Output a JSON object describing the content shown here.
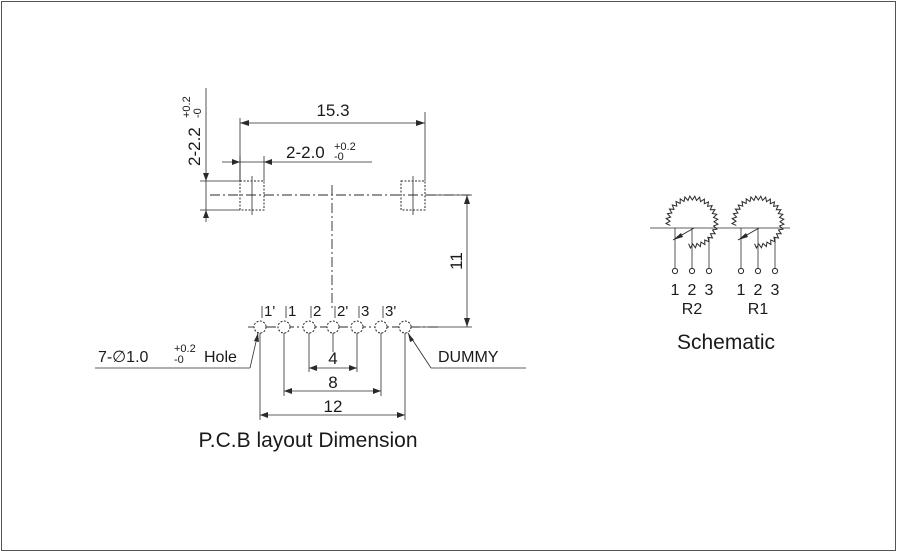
{
  "pcb": {
    "title": "P.C.B layout Dimension",
    "dim_width": "15.3",
    "dim_height": "11",
    "dim_4": "4",
    "dim_8": "8",
    "dim_12": "12",
    "slot_side_base": "2-2.2",
    "slot_side_tol_plus": "+0.2",
    "slot_side_tol_minus": "-0",
    "slot_top_base": "2-2.0",
    "slot_top_tol_plus": "+0.2",
    "slot_top_tol_minus": "-0",
    "hole_prefix": "7-",
    "hole_symbol": "∅",
    "hole_base": "1.0",
    "hole_tol_plus": "+0.2",
    "hole_tol_minus": "-0",
    "hole_suffix": "Hole",
    "dummy_label": "DUMMY",
    "pins": [
      "1'",
      "1",
      "2",
      "2'",
      "3",
      "3'"
    ]
  },
  "schematic": {
    "title": "Schematic",
    "r2_label": "R2",
    "r1_label": "R1",
    "r2_pins": [
      "1",
      "2",
      "3"
    ],
    "r1_pins": [
      "1",
      "2",
      "3"
    ]
  }
}
